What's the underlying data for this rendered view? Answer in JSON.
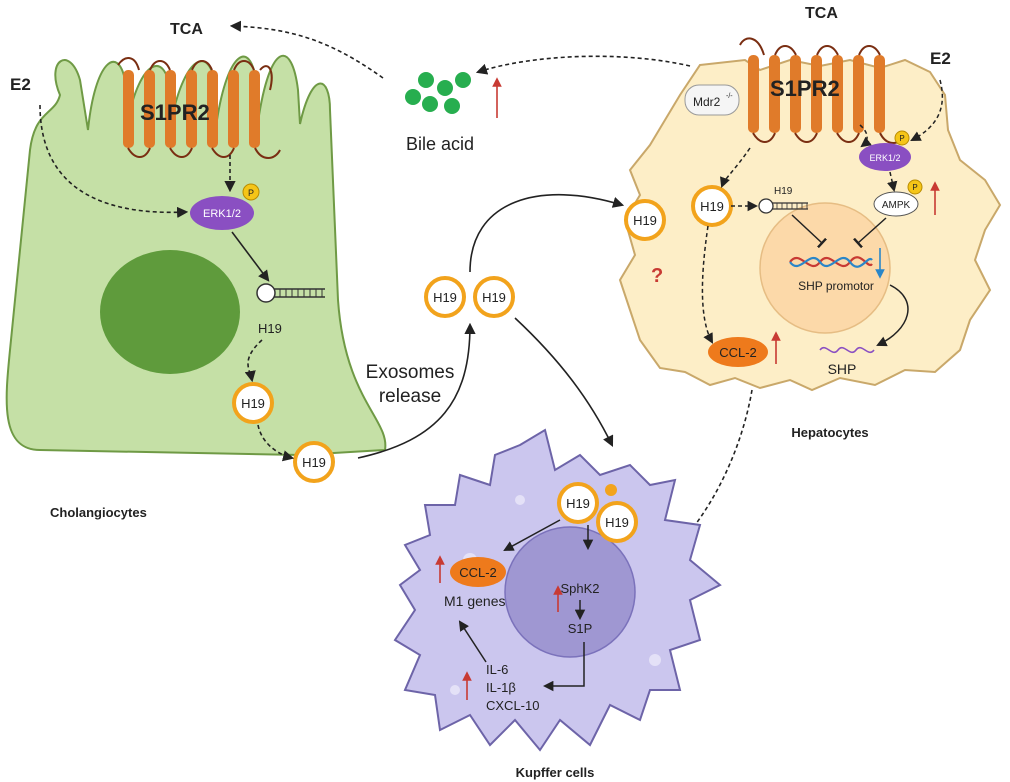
{
  "labels": {
    "tca_left": "TCA",
    "tca_right": "TCA",
    "e2_left": "E2",
    "e2_right": "E2",
    "s1pr2_left": "S1PR2",
    "s1pr2_right": "S1PR2",
    "bile_acid": "Bile acid",
    "mdr2": "Mdr2",
    "mdr2_sup": "-/-",
    "p": "P",
    "erk_left": "ERK1/2",
    "erk_right": "ERK1/2",
    "ampk": "AMPK",
    "h19": "H19",
    "exosomes_line1": "Exosomes",
    "exosomes_line2": "release",
    "question": "?",
    "shp_promotor": "SHP promotor",
    "shp": "SHP",
    "ccl2": "CCL-2",
    "m1_genes": "M1 genes",
    "sphk2": "SphK2",
    "s1p": "S1P",
    "il6": "IL-6",
    "il1b": "IL-1β",
    "cxcl10": "CXCL-10",
    "cholangiocytes": "Cholangiocytes",
    "hepatocytes": "Hepatocytes",
    "kupffer": "Kupffer cells"
  },
  "colors": {
    "cholangiocyte_fill": "#c5e0a6",
    "cholangiocyte_stroke": "#6f9a45",
    "nucleus_green": "#5f9b3c",
    "hepatocyte_fill": "#fdeec7",
    "hepatocyte_stroke": "#c9a86a",
    "hepatocyte_nucleus": "#fcd9a9",
    "kupffer_fill": "#cbc6ee",
    "kupffer_stroke": "#6d64a8",
    "kupffer_nucleus": "#9f97d2",
    "receptor": "#e07b2a",
    "exosome_ring": "#f2a31c",
    "erk": "#8a4fc2",
    "ccl2": "#ee7a1c",
    "up_arrow": "#c83a33",
    "down_arrow": "#2a86c8",
    "bile_acid": "#27ae4f"
  }
}
